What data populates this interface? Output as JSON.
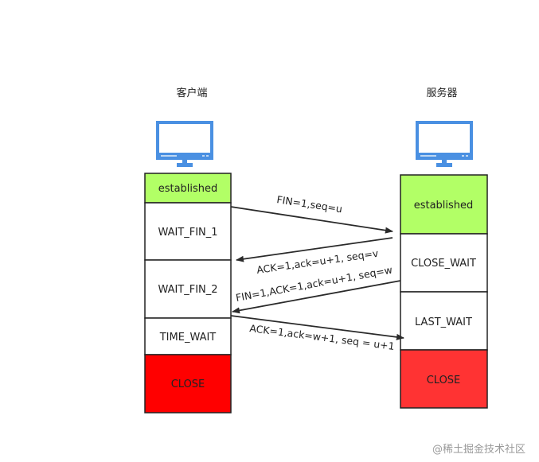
{
  "client": {
    "title": "客户端",
    "states": [
      {
        "label": "established",
        "color": "#b2ff66"
      },
      {
        "label": "WAIT_FIN_1",
        "color": "#ffffff"
      },
      {
        "label": "WAIT_FIN_2",
        "color": "#ffffff"
      },
      {
        "label": "TIME_WAIT",
        "color": "#ffffff"
      },
      {
        "label": "CLOSE",
        "color": "#ff0000"
      }
    ]
  },
  "server": {
    "title": "服务器",
    "states": [
      {
        "label": "established",
        "color": "#b2ff66"
      },
      {
        "label": "CLOSE_WAIT",
        "color": "#ffffff"
      },
      {
        "label": "LAST_WAIT",
        "color": "#ffffff"
      },
      {
        "label": "CLOSE",
        "color": "#ff3333"
      }
    ]
  },
  "messages": [
    {
      "text": "FIN=1,seq=u",
      "direction": "client-to-server"
    },
    {
      "text": "ACK=1,ack=u+1, seq=v",
      "direction": "server-to-client"
    },
    {
      "text": "FIN=1,ACK=1,ack=u+1, seq=w",
      "direction": "server-to-client"
    },
    {
      "text": "ACK=1,ack=w+1, seq = u+1",
      "direction": "client-to-server"
    }
  ],
  "icons": {
    "client": "computer-monitor-icon",
    "server": "computer-monitor-icon"
  },
  "watermark": "@稀土掘金技术社区"
}
